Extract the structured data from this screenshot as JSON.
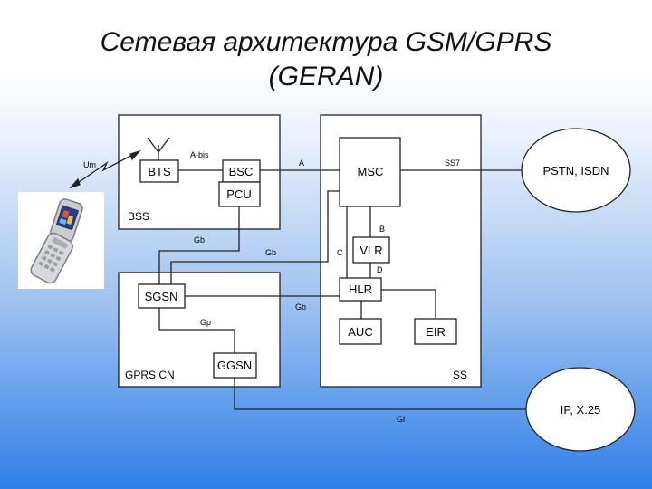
{
  "title": {
    "line1": "Сетевая архитектура GSM/GPRS",
    "line2": "(GERAN)"
  },
  "regions": {
    "bss": "BSS",
    "gprs_cn": "GPRS CN",
    "ss": "SS"
  },
  "nodes": {
    "bts": "BTS",
    "bsc": "BSC",
    "pcu": "PCU",
    "msc": "MSC",
    "vlr": "VLR",
    "hlr": "HLR",
    "auc": "AUC",
    "eir": "EIR",
    "sgsn": "SGSN",
    "ggsn": "GGSN"
  },
  "external_networks": {
    "pstn": "PSTN, ISDN",
    "ip": "IP, X.25"
  },
  "interfaces": {
    "um": "Um",
    "abis": "A-bis",
    "a": "A",
    "ss7": "SS7",
    "b": "B",
    "c": "C",
    "d": "D",
    "gb1": "Gb",
    "gb2": "Gb",
    "gb3": "Gb",
    "gp": "Gp",
    "gi": "Gi"
  },
  "device": {
    "icon": "mobile-phone-icon"
  }
}
